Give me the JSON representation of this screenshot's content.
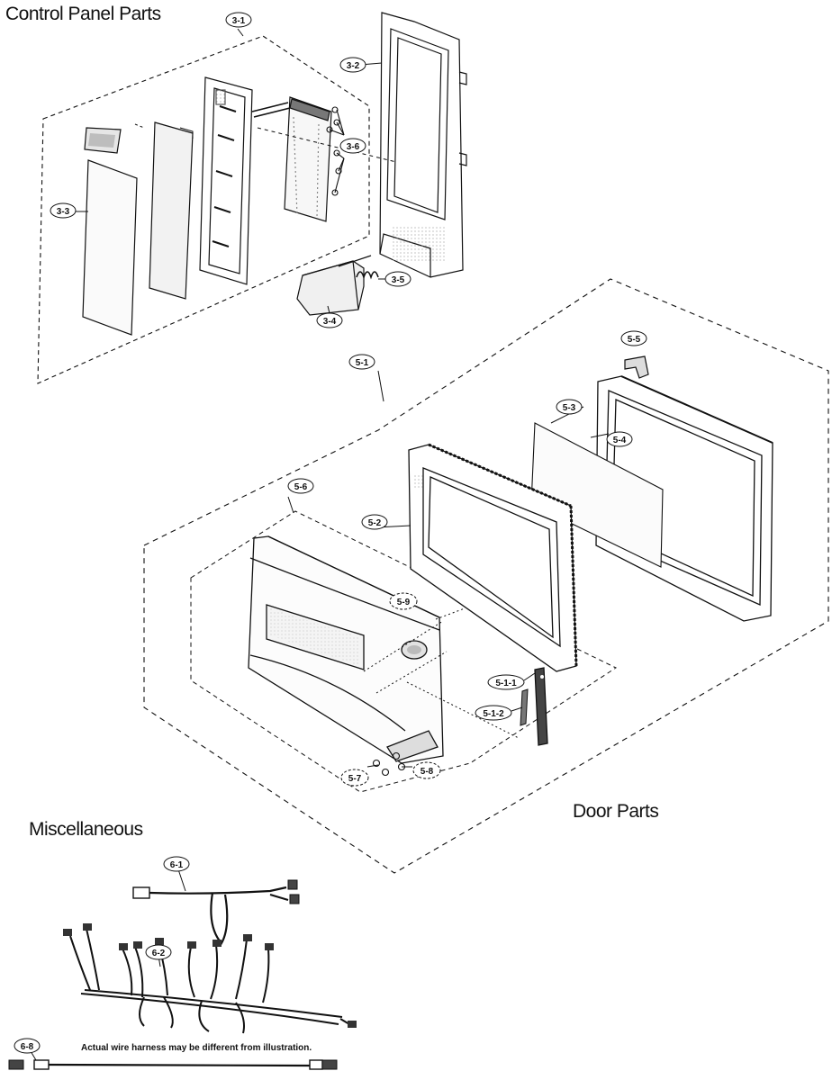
{
  "sections": {
    "control_panel": "Control Panel Parts",
    "door": "Door Parts",
    "misc": "Miscellaneous"
  },
  "note": "Actual wire harness may be different from illustration.",
  "callouts": {
    "c3_1": "3-1",
    "c3_2": "3-2",
    "c3_3": "3-3",
    "c3_4": "3-4",
    "c3_5": "3-5",
    "c3_6": "3-6",
    "c5_1": "5-1",
    "c5_2": "5-2",
    "c5_3": "5-3",
    "c5_4": "5-4",
    "c5_5": "5-5",
    "c5_6": "5-6",
    "c5_7": "5-7",
    "c5_8": "5-8",
    "c5_9": "5-9",
    "c5_1_1": "5-1-1",
    "c5_1_2": "5-1-2",
    "c6_1": "6-1",
    "c6_2": "6-2",
    "c6_8": "6-8"
  }
}
